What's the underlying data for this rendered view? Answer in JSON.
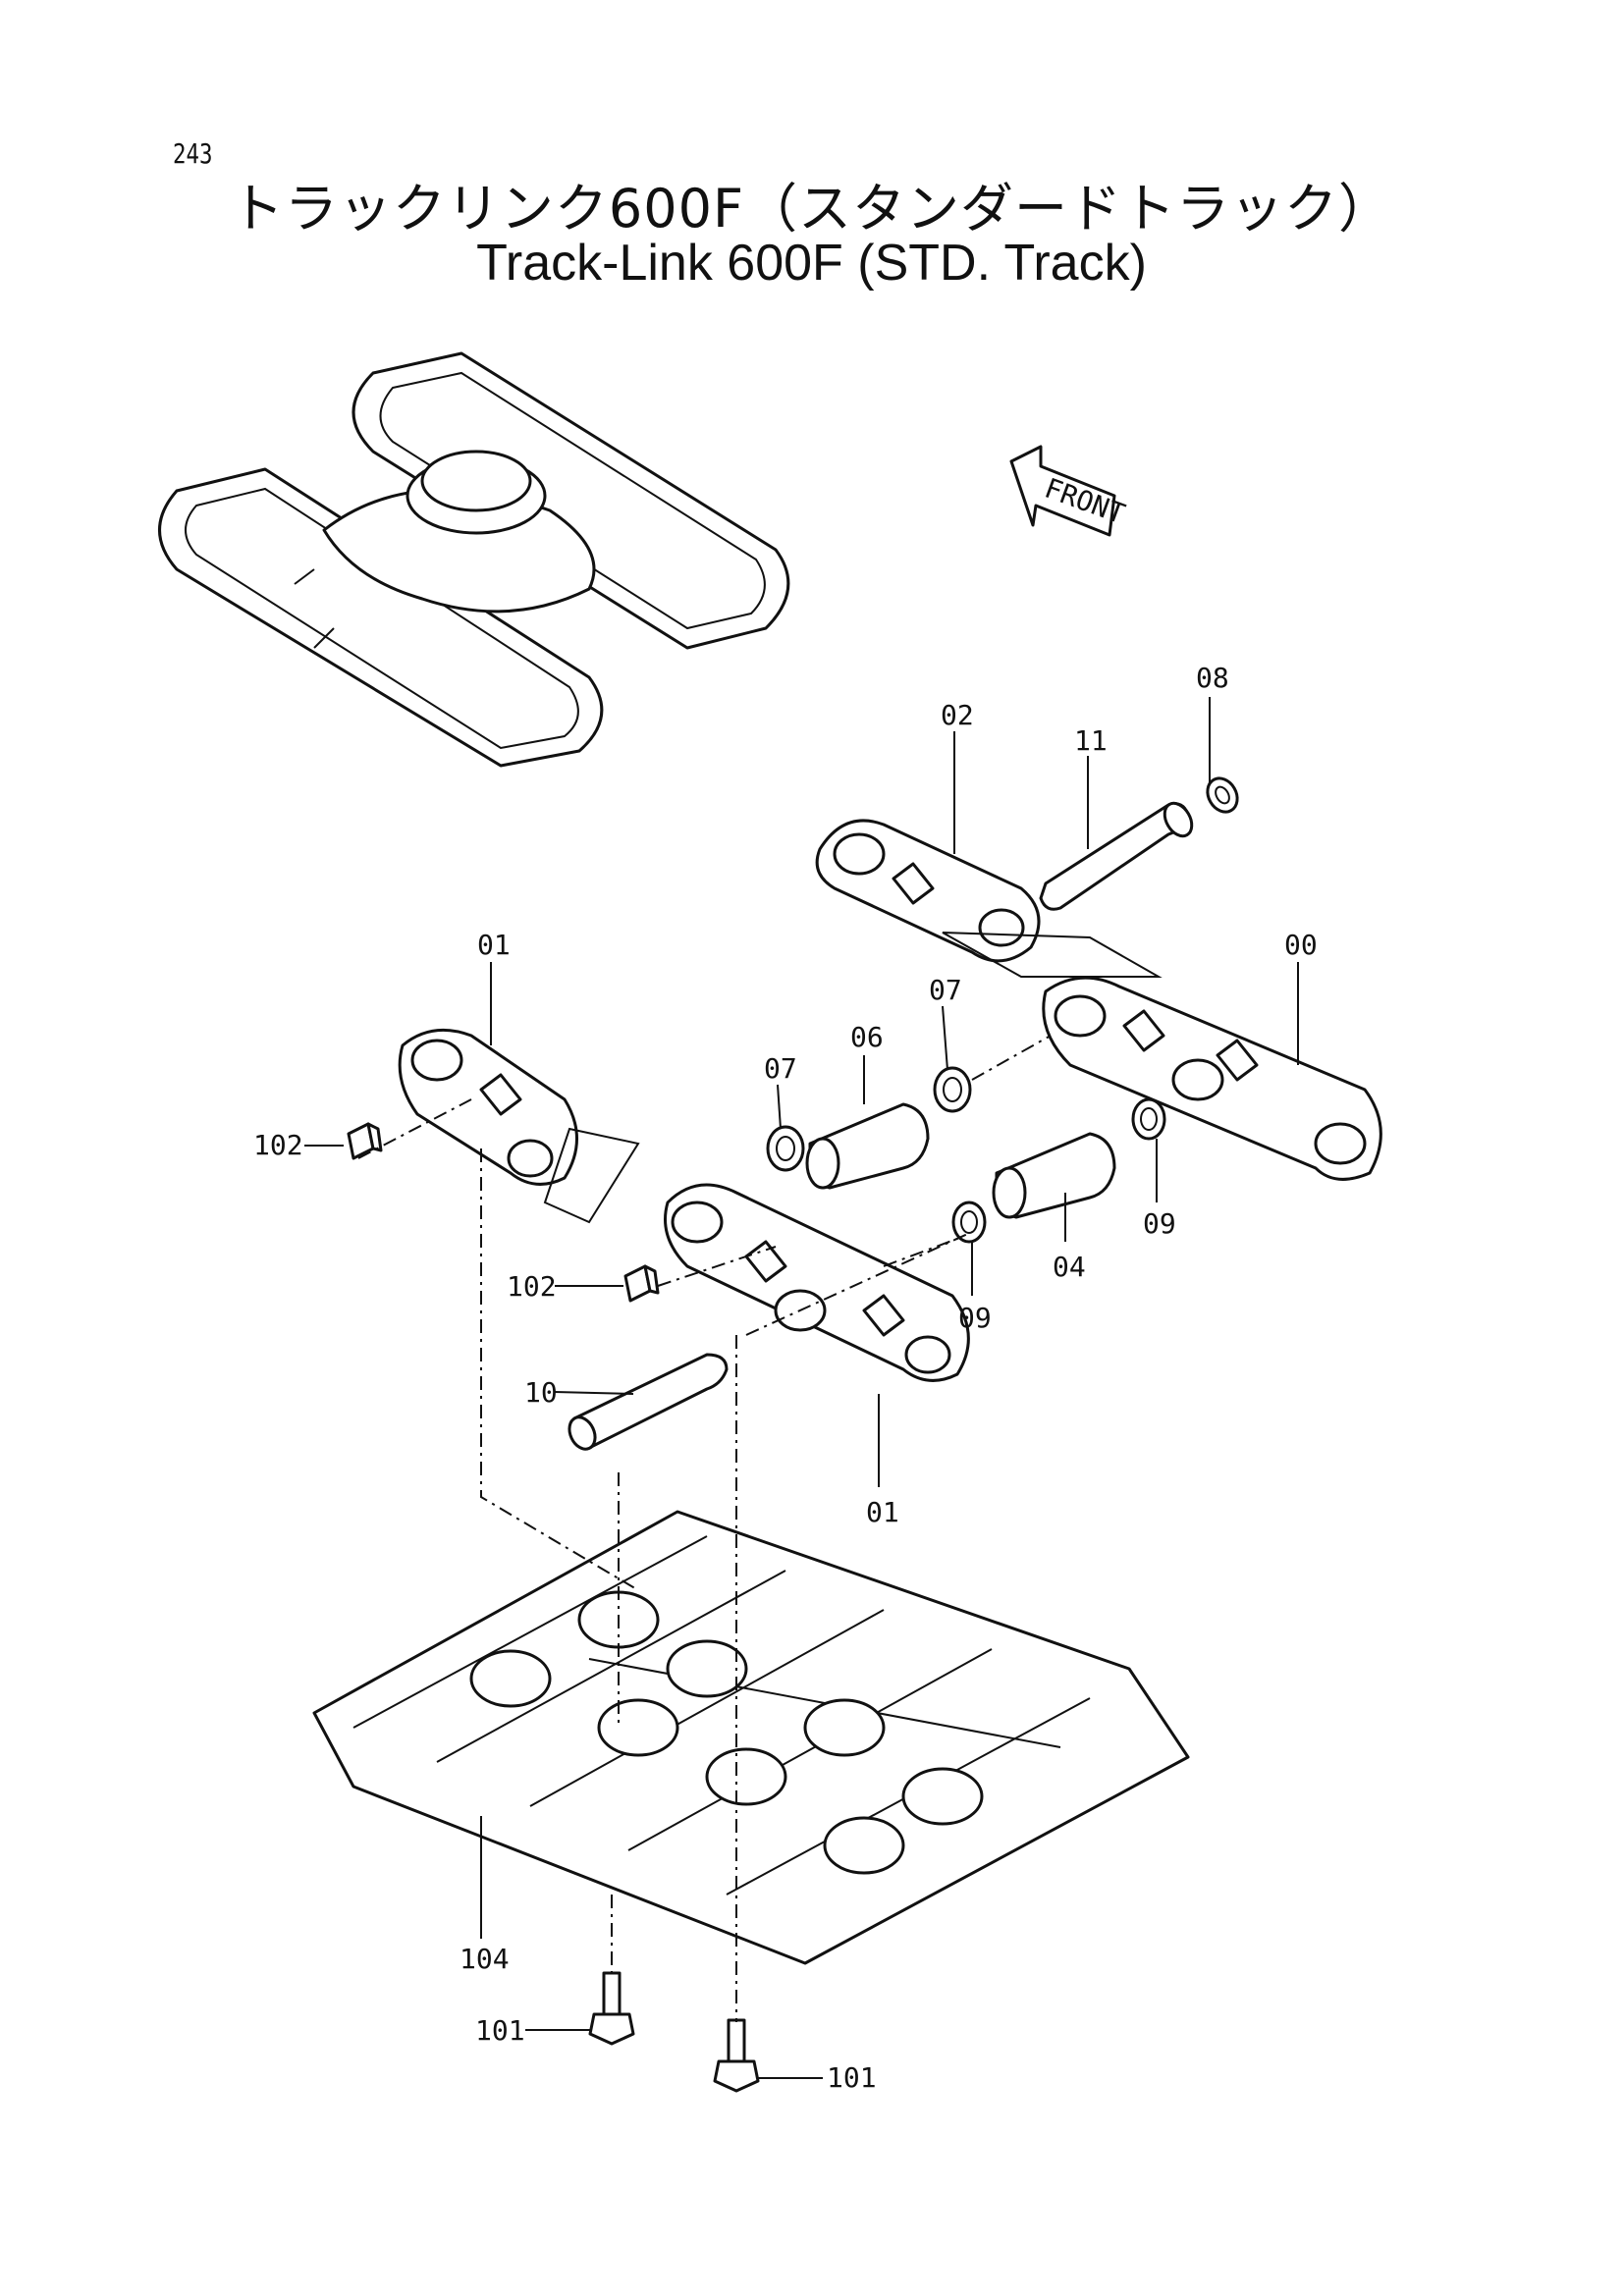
{
  "page_number": "243",
  "title_jp": "トラックリンク600F（スタンダードトラック）",
  "title_en": "Track-Link 600F (STD. Track)",
  "front_indicator": "FRONT",
  "callouts": {
    "c00": "00",
    "c01_left": "01",
    "c01_bottom": "01",
    "c02": "02",
    "c04": "04",
    "c06": "06",
    "c07_left": "07",
    "c07_right": "07",
    "c08": "08",
    "c09_left": "09",
    "c09_right": "09",
    "c10": "10",
    "c11": "11",
    "c101_left": "101",
    "c101_right": "101",
    "c102_top": "102",
    "c102_mid": "102",
    "c104": "104"
  }
}
